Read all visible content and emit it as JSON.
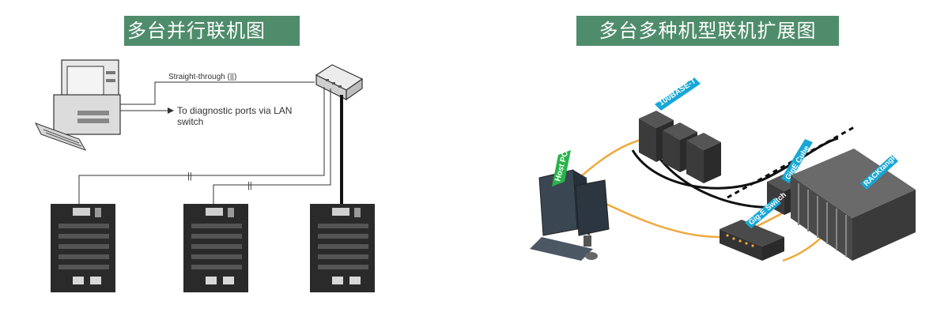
{
  "left_panel": {
    "title": "多台并行联机图",
    "title_bg": "#4f8c6b",
    "label_straight_through": "Straight-through (||)",
    "label_diag_line1": "To diagnostic ports via LAN",
    "label_diag_line2": "switch",
    "link_mark_1": "||",
    "link_mark_2": "||"
  },
  "right_panel": {
    "title": "多台多种机型联机扩展图",
    "title_bg": "#4f8c6b",
    "tag_host_pc": "Host PC",
    "tag_100base": "100BASE-T",
    "tag_gige_cube": "GigE Cube",
    "tag_rackangle": "RACKtangle",
    "tag_gige_switch": "Gig-E Switch",
    "cable_color": "#f0a83c",
    "tag_color": "#17a7d6"
  }
}
